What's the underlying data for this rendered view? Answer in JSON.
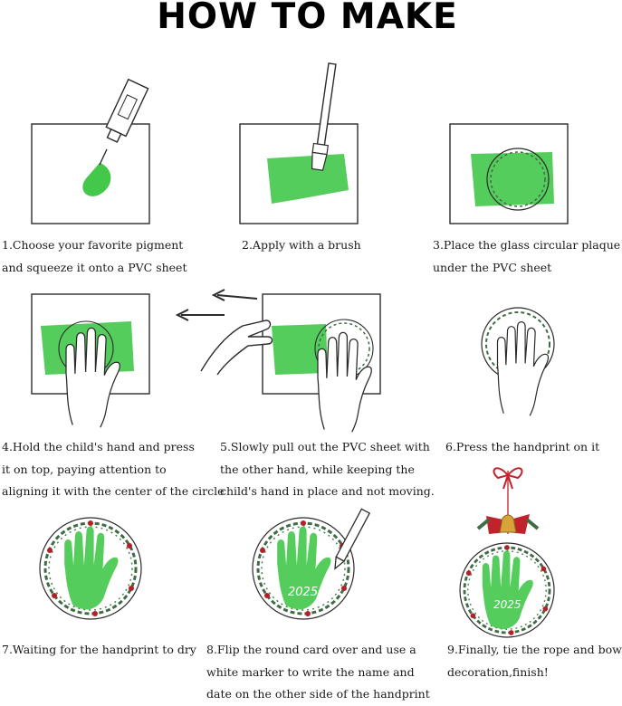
{
  "title": "HOW TO MAKE",
  "steps": [
    {
      "lines": [
        "1.Choose your favorite pigment",
        " and squeeze it onto a PVC sheet"
      ]
    },
    {
      "lines": [
        "2.Apply with a brush"
      ]
    },
    {
      "lines": [
        "3.Place the glass circular plaque",
        "under the PVC sheet"
      ]
    },
    {
      "lines": [
        "4.Hold the child's hand and press",
        "it on top, paying attention to",
        "aligning it with the center of the circle"
      ]
    },
    {
      "lines": [
        "5.Slowly pull out the PVC sheet with",
        "the other hand, while keeping the",
        "child's hand in place and not moving."
      ]
    },
    {
      "lines": [
        "6.Press the handprint on it"
      ]
    },
    {
      "lines": [
        "7.Waiting for the handprint to dry"
      ]
    },
    {
      "lines": [
        "8.Flip the round card over and use a",
        "white marker to write the name and",
        "date on the other side of the handprint"
      ]
    },
    {
      "lines": [
        "9.Finally, tie the rope and bow",
        " decoration,finish!"
      ]
    }
  ],
  "year_text": "2025",
  "colors": {
    "pigment": "#43c84a",
    "line": "#2b2b2b",
    "wreath": "#3f6b45",
    "berry": "#b3202a",
    "bow": "#c0232b",
    "bell": "#d7a437"
  }
}
